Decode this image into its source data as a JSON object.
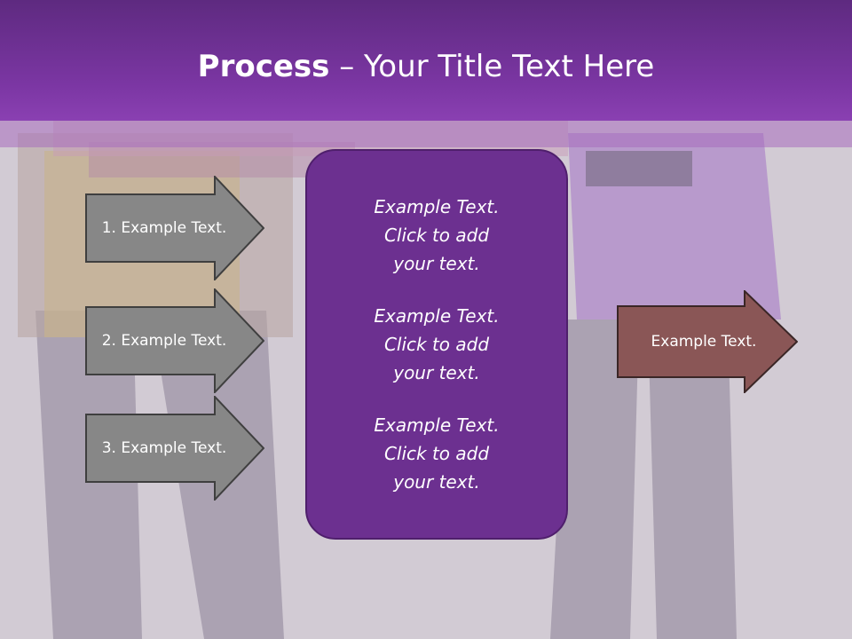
{
  "title": {
    "bold": "Process",
    "separator": " – ",
    "rest": "Your Title Text Here"
  },
  "left_arrows": [
    {
      "label": "1. Example Text."
    },
    {
      "label": "2. Example Text."
    },
    {
      "label": "3. Example Text."
    }
  ],
  "center_items": [
    {
      "line1": "Example Text.",
      "line2": "Click  to add",
      "line3": "your text."
    },
    {
      "line1": "Example Text.",
      "line2": "Click  to add",
      "line3": "your text."
    },
    {
      "line1": "Example Text.",
      "line2": "Click  to add",
      "line3": "your text."
    }
  ],
  "right_arrow": {
    "label": "Example Text."
  },
  "colors": {
    "title_bar": "#7b36a3",
    "center_panel": "#6c3090",
    "left_arrow_fill": "#878787",
    "right_arrow_fill": "#8a5656"
  }
}
